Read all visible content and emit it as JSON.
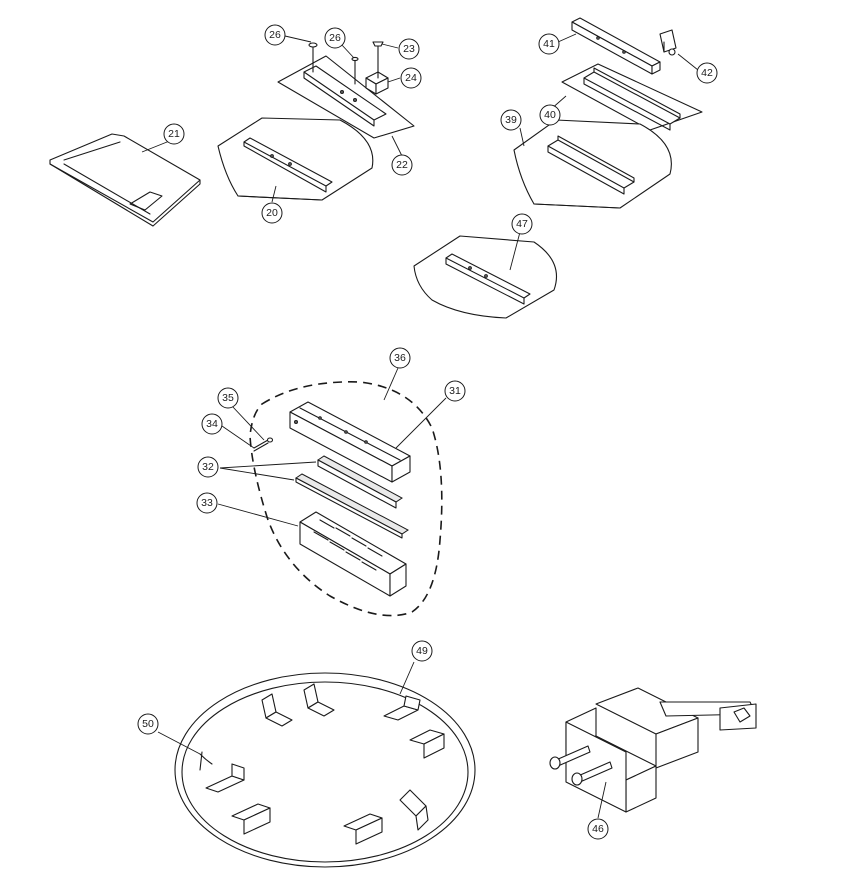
{
  "callouts": {
    "c21": "21",
    "c20": "20",
    "c26a": "26",
    "c26b": "26",
    "c23": "23",
    "c24": "24",
    "c22": "22",
    "c41": "41",
    "c42": "42",
    "c40": "40",
    "c39": "39",
    "c47": "47",
    "c36": "36",
    "c35": "35",
    "c31": "31",
    "c34": "34",
    "c32": "32",
    "c33": "33",
    "c49": "49",
    "c50": "50",
    "c46": "46"
  }
}
